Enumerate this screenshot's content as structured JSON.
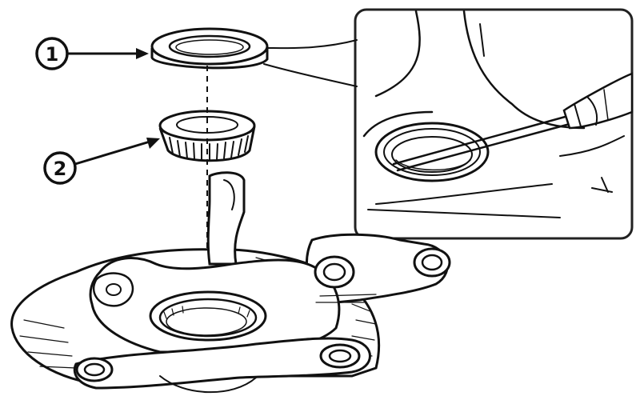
{
  "callouts": [
    {
      "number": "1",
      "part": "seal"
    },
    {
      "number": "2",
      "part": "tapered-roller-bearing"
    }
  ],
  "colors": {
    "ink": "#111111",
    "paper": "#ffffff",
    "inset_border": "#222222"
  }
}
